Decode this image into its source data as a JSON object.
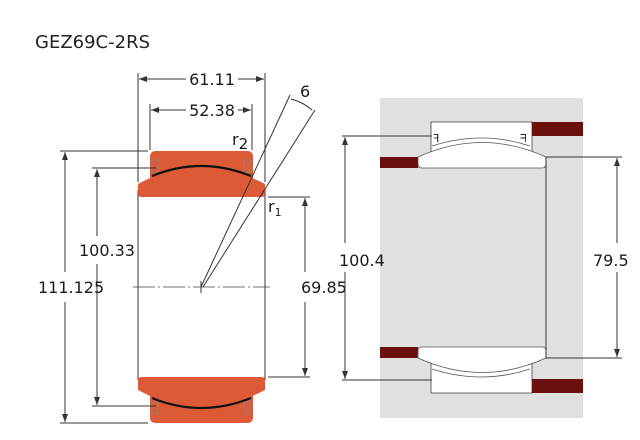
{
  "title": "GEZ69C-2RS",
  "colors": {
    "ring": "#dc5a36",
    "housing": "#e0e0e0",
    "shaft_shoulder": "#6b0f0f"
  },
  "dimensions": {
    "width_outer": "61.11",
    "width_inner": "52.38",
    "angle": "6",
    "r2": "r",
    "r2_sub": "2",
    "r1": "r",
    "r1_sub": "1",
    "outer_diameter": "111.125",
    "sphere_diameter": "100.33",
    "bore": "69.85",
    "housing_shoulder": "100.4",
    "shaft_shoulder": "79.5"
  }
}
